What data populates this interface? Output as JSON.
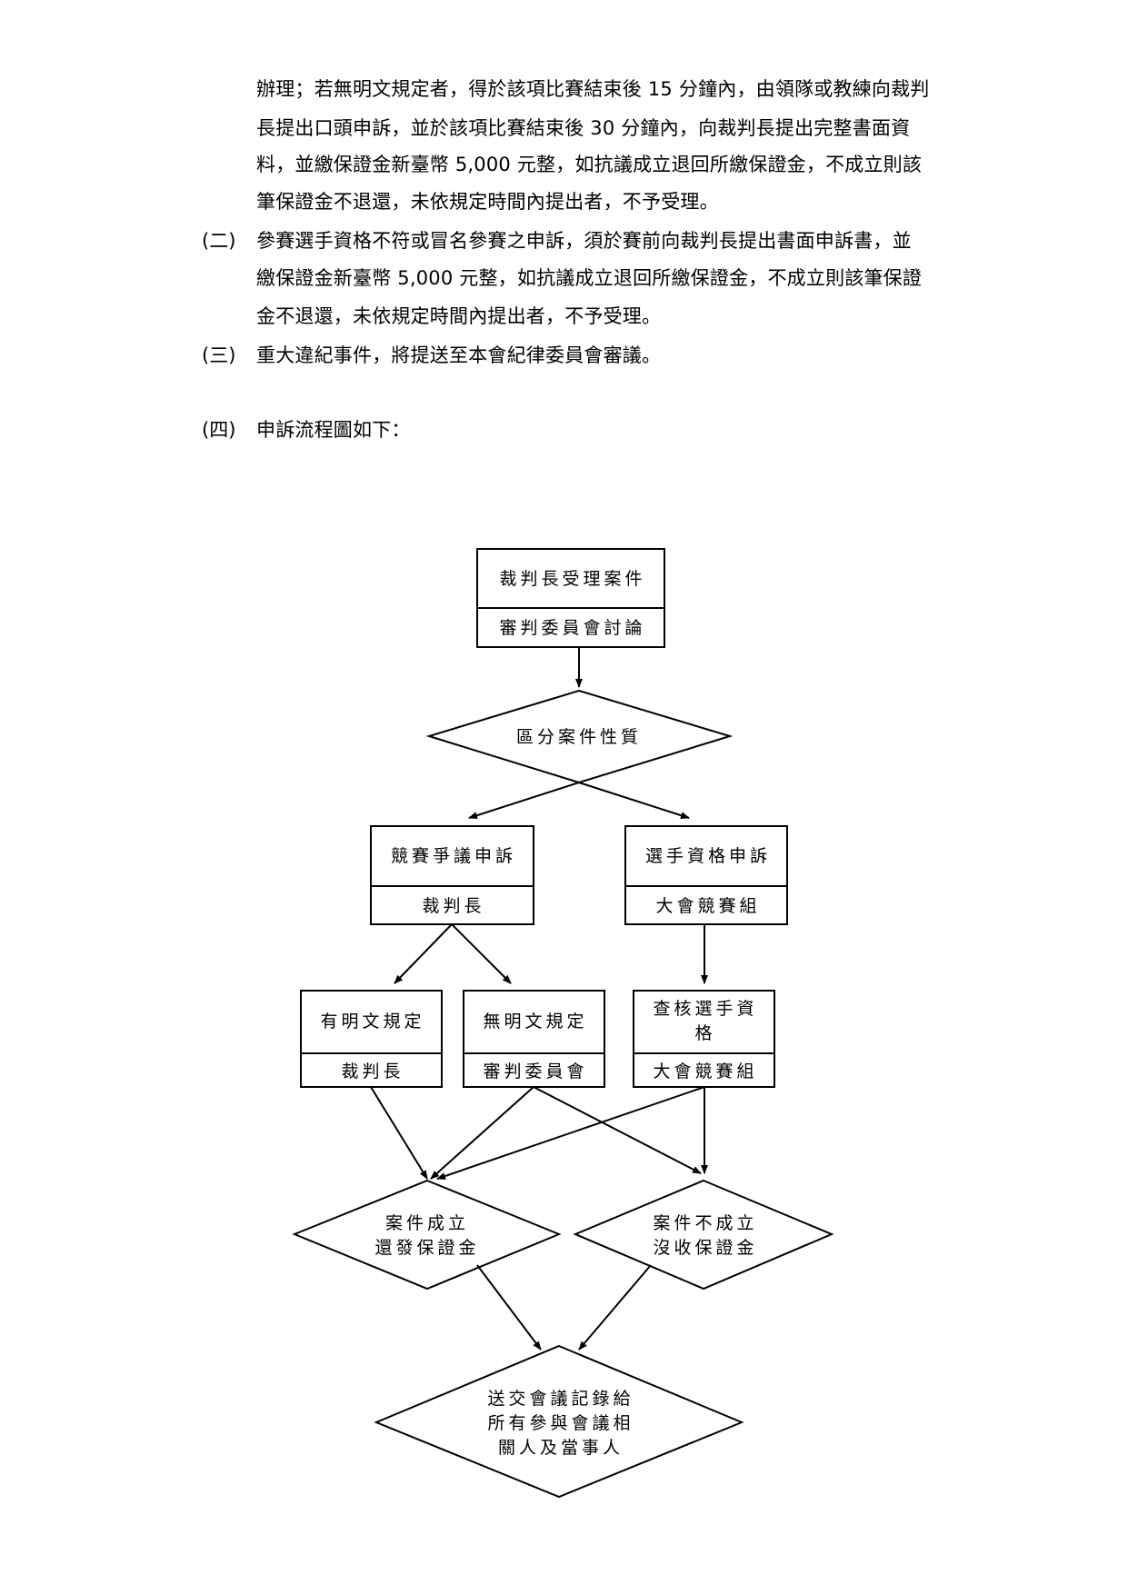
{
  "paragraphs": {
    "p1_lines": [
      "辦理；若無明文規定者，得於該項比賽結束後 15 分鐘內，由領隊或教練向裁判",
      "長提出口頭申訴，並於該項比賽結束後 30 分鐘內，向裁判長提出完整書面資",
      "料，並繳保證金新臺幣 5,000 元整，如抗議成立退回所繳保證金，不成立則該",
      "筆保證金不退還，未依規定時間內提出者，不予受理。"
    ],
    "p2_num": "(二)",
    "p2_lines": [
      "參賽選手資格不符或冒名參賽之申訴，須於賽前向裁判長提出書面申訴書，並",
      "繳保證金新臺幣 5,000 元整，如抗議成立退回所繳保證金，不成立則該筆保證",
      "金不退還，未依規定時間內提出者，不予受理。"
    ],
    "p3_num": "(三)",
    "p3_line": "重大違紀事件，將提送至本會紀律委員會審議。",
    "p4_num": "(四)",
    "p4_line": "申訴流程圖如下："
  },
  "flowchart": {
    "start": {
      "top": "裁判長受理案件",
      "bottom": "審判委員會討論"
    },
    "classify": "區分案件性質",
    "dispute": {
      "top": "競賽爭議申訴",
      "bottom": "裁判長"
    },
    "eligibility": {
      "top": "選手資格申訴",
      "bottom": "大會競賽組"
    },
    "explicit": {
      "top": "有明文規定",
      "bottom": "裁判長"
    },
    "no_explicit": {
      "top": "無明文規定",
      "bottom": "審判委員會"
    },
    "verify": {
      "top_1": "查核選手資",
      "top_2": "格",
      "bottom": "大會競賽組"
    },
    "upheld": {
      "line1": "案件成立",
      "line2": "還發保證金"
    },
    "rejected": {
      "line1": "案件不成立",
      "line2": "沒收保證金"
    },
    "final": {
      "line1": "送交會議記錄給",
      "line2": "所有參與會議相",
      "line3": "關人及當事人"
    }
  }
}
